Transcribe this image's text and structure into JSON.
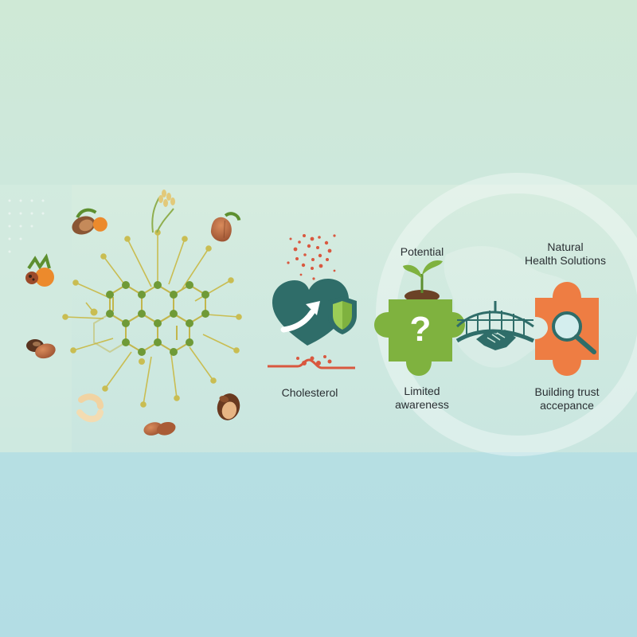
{
  "labels": {
    "cholesterol": "Cholesterol",
    "potential": "Potential",
    "natural": "Natural",
    "health_solutions": "Health Solutions",
    "limited": "Limited",
    "awareness": "awareness",
    "building_trust": "Building trust",
    "acceptance": "accepance",
    "question_mark": "?"
  },
  "colors": {
    "teal": "#2f6d69",
    "green": "#7fb23f",
    "orange": "#ee7d43",
    "molecule": "#b9b24a",
    "node": "#6f9a37",
    "cholesterol_red": "#d9583f"
  },
  "icons": [
    "nut-icon",
    "rice-stalk-icon",
    "molecule-icon",
    "swirl-particles-icon",
    "heart-icon",
    "shield-icon",
    "arrow-icon",
    "plaque-icon",
    "sprout-icon",
    "puzzle-piece-icon",
    "bridge-icon",
    "handshake-icon",
    "magnifier-icon",
    "globe-icon"
  ]
}
